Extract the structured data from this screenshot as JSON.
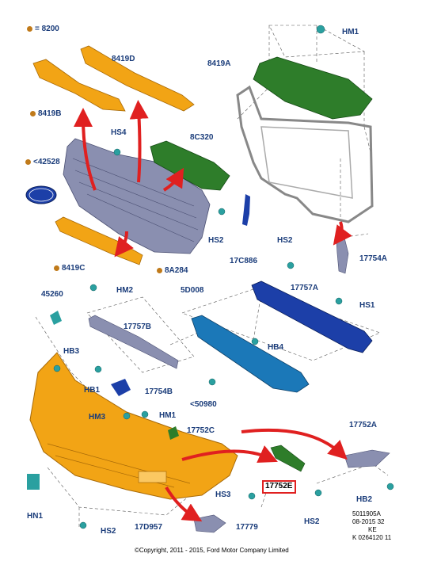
{
  "legend": {
    "text": "= 8200"
  },
  "labels": {
    "hm1_top": "HM1",
    "p8419A": "8419A",
    "p8419D": "8419D",
    "p8419B": "8419B",
    "hs4": "HS4",
    "p42528": "<42528",
    "p8C320": "8C320",
    "hs2_a": "HS2",
    "p17C886": "17C886",
    "hs2_b": "HS2",
    "p17754A": "17754A",
    "p8419C": "8419C",
    "p8A284": "8A284",
    "hs1": "HS1",
    "p45260": "45260",
    "hm2": "HM2",
    "p5D008": "5D008",
    "p17757A": "17757A",
    "p17757B": "17757B",
    "hb4": "HB4",
    "hb3": "HB3",
    "hb1": "HB1",
    "p17754B": "17754B",
    "p50980": "<50980",
    "hm3": "HM3",
    "hm1_b": "HM1",
    "p17752C": "17752C",
    "p17752A": "17752A",
    "p17752E": "17752E",
    "hs3": "HS3",
    "hn1": "HN1",
    "hs2_c": "HS2",
    "p17D957": "17D957",
    "p17779": "17779",
    "hs2_d": "HS2",
    "hb2": "HB2"
  },
  "reference": {
    "line1": "5011905A",
    "line2": "08-2015 32",
    "line3": "KE",
    "line4": "K 0264120 11"
  },
  "copyright": "©Copyright, 2011 - 2015, Ford Motor Company Limited",
  "colors": {
    "orange": "#f2a415",
    "green": "#2e7d2a",
    "blue": "#1c3fa8",
    "teal": "#1b78b8",
    "grey": "#8a8fb0",
    "arrow": "#e02020",
    "label": "#1a3c7a"
  }
}
